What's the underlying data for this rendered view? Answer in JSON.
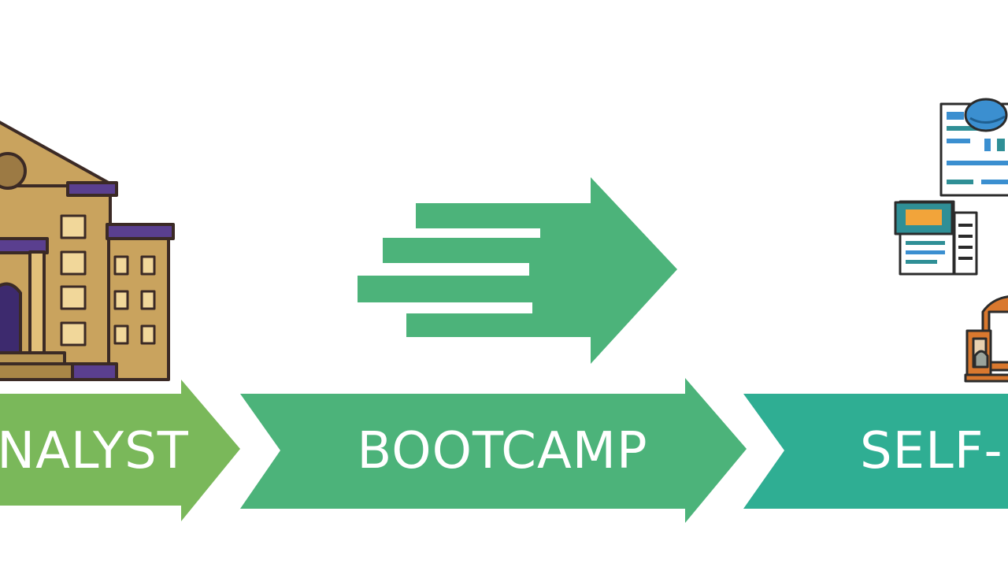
{
  "steps": [
    {
      "label": "NALYST",
      "color": "#7ab85a"
    },
    {
      "label": "BOOTCAMP",
      "color": "#4cb37a"
    },
    {
      "label": "SELF-",
      "color": "#2fae93"
    }
  ],
  "colors": {
    "speed_arrow": "#4cb37a",
    "building_body": "#c9a35e",
    "building_outline": "#3b2a25",
    "building_roof_trim": "#5a3f8f",
    "building_window": "#f1d79a",
    "building_door": "#3d2a6e",
    "doc_blue": "#3b8fd0",
    "doc_teal": "#2f8f96",
    "doc_orange": "#f2a43a",
    "laptop_orange": "#d9782e"
  },
  "icons": [
    "university-building-icon",
    "speed-arrow-icon",
    "web-documents-icon",
    "laptop-icon"
  ]
}
